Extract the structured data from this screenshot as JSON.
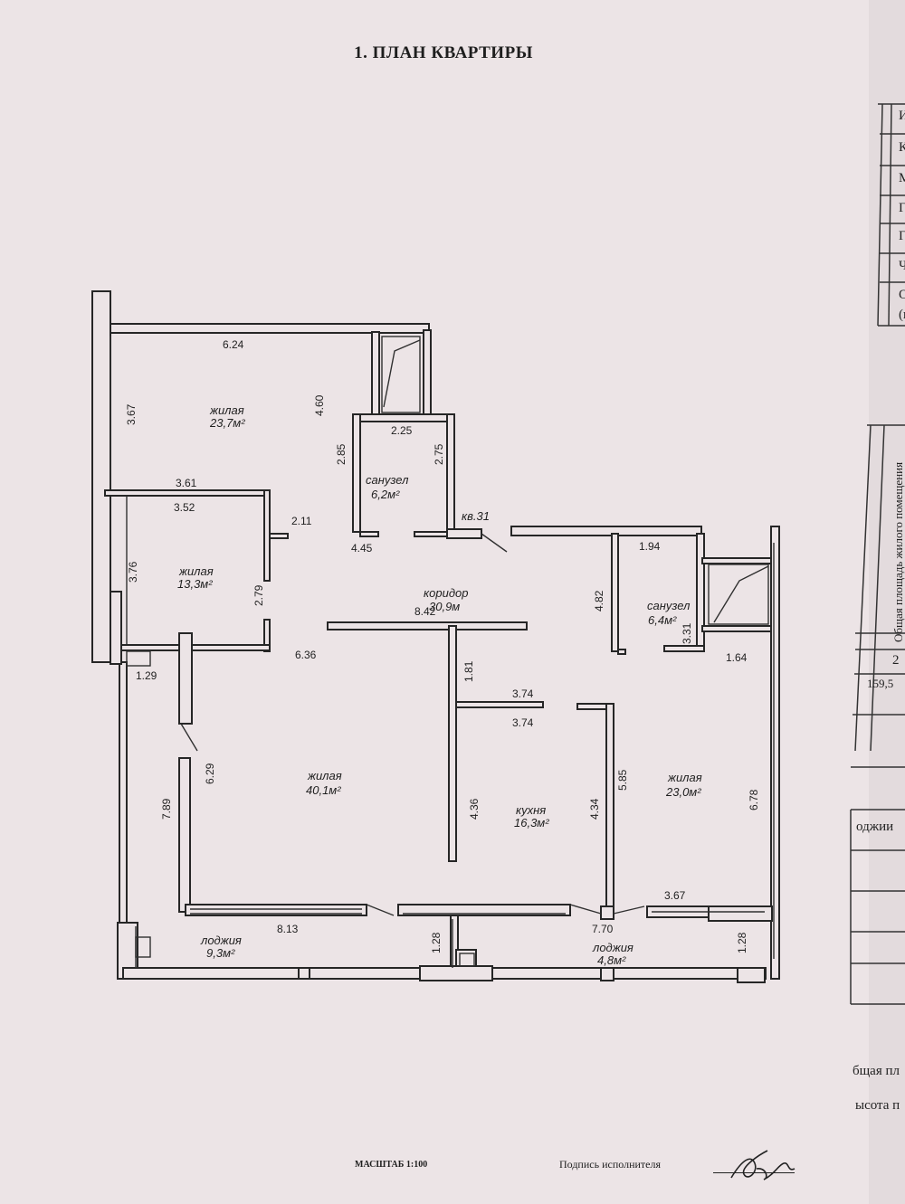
{
  "document": {
    "title": "1. ПЛАН КВАРТИРЫ",
    "scale_label": "МАСШТАБ 1:100",
    "signature_label": "Подпись исполнителя"
  },
  "rooms": {
    "living_1": {
      "name": "жилая",
      "area": "23,7м²"
    },
    "living_2": {
      "name": "жилая",
      "area": "13,3м²"
    },
    "bathroom_1": {
      "name": "санузел",
      "area": "6,2м²"
    },
    "corridor": {
      "name": "коридор",
      "area": "30,9м"
    },
    "bathroom_2": {
      "name": "санузел",
      "area": "6,4м²"
    },
    "living_3": {
      "name": "жилая",
      "area": "40,1м²"
    },
    "kitchen": {
      "name": "кухня",
      "area": "16,3м²"
    },
    "living_4": {
      "name": "жилая",
      "area": "23,0м²"
    },
    "loggia_1": {
      "name": "лоджия",
      "area": "9,3м²"
    },
    "loggia_2": {
      "name": "лоджия",
      "area": "4,8м²"
    },
    "apartment_no": "кв.31"
  },
  "dimensions": {
    "d624": "6.24",
    "d367a": "3.67",
    "d460": "4.60",
    "d225": "2.25",
    "d285": "2.85",
    "d275": "2.75",
    "d361": "3.61",
    "d352": "3.52",
    "d211": "2.11",
    "d445": "4.45",
    "d376": "3.76",
    "d279": "2.79",
    "d194": "1.94",
    "d482": "4.82",
    "d331": "3.31",
    "d164": "1.64",
    "d842": "8.42",
    "d636": "6.36",
    "d181": "1.81",
    "d129": "1.29",
    "d374a": "3.74",
    "d374b": "3.74",
    "d629": "6.29",
    "d789": "7.89",
    "d436": "4.36",
    "d434": "4.34",
    "d585": "5.85",
    "d678": "6.78",
    "d367b": "3.67",
    "d813": "8.13",
    "d128a": "1.28",
    "d770": "7.70",
    "d128b": "1.28"
  },
  "side_fragments": {
    "heading_vertical": "Общая площадь жилого помещения",
    "num_2": "2",
    "num_area": "159,5",
    "loggia_word": "оджии",
    "total_area": "бщая пл",
    "height": "ысота п"
  },
  "side_table_letters": [
    "И",
    "К",
    "М",
    "Г",
    "Г",
    "Ч",
    "О",
    "(к"
  ]
}
